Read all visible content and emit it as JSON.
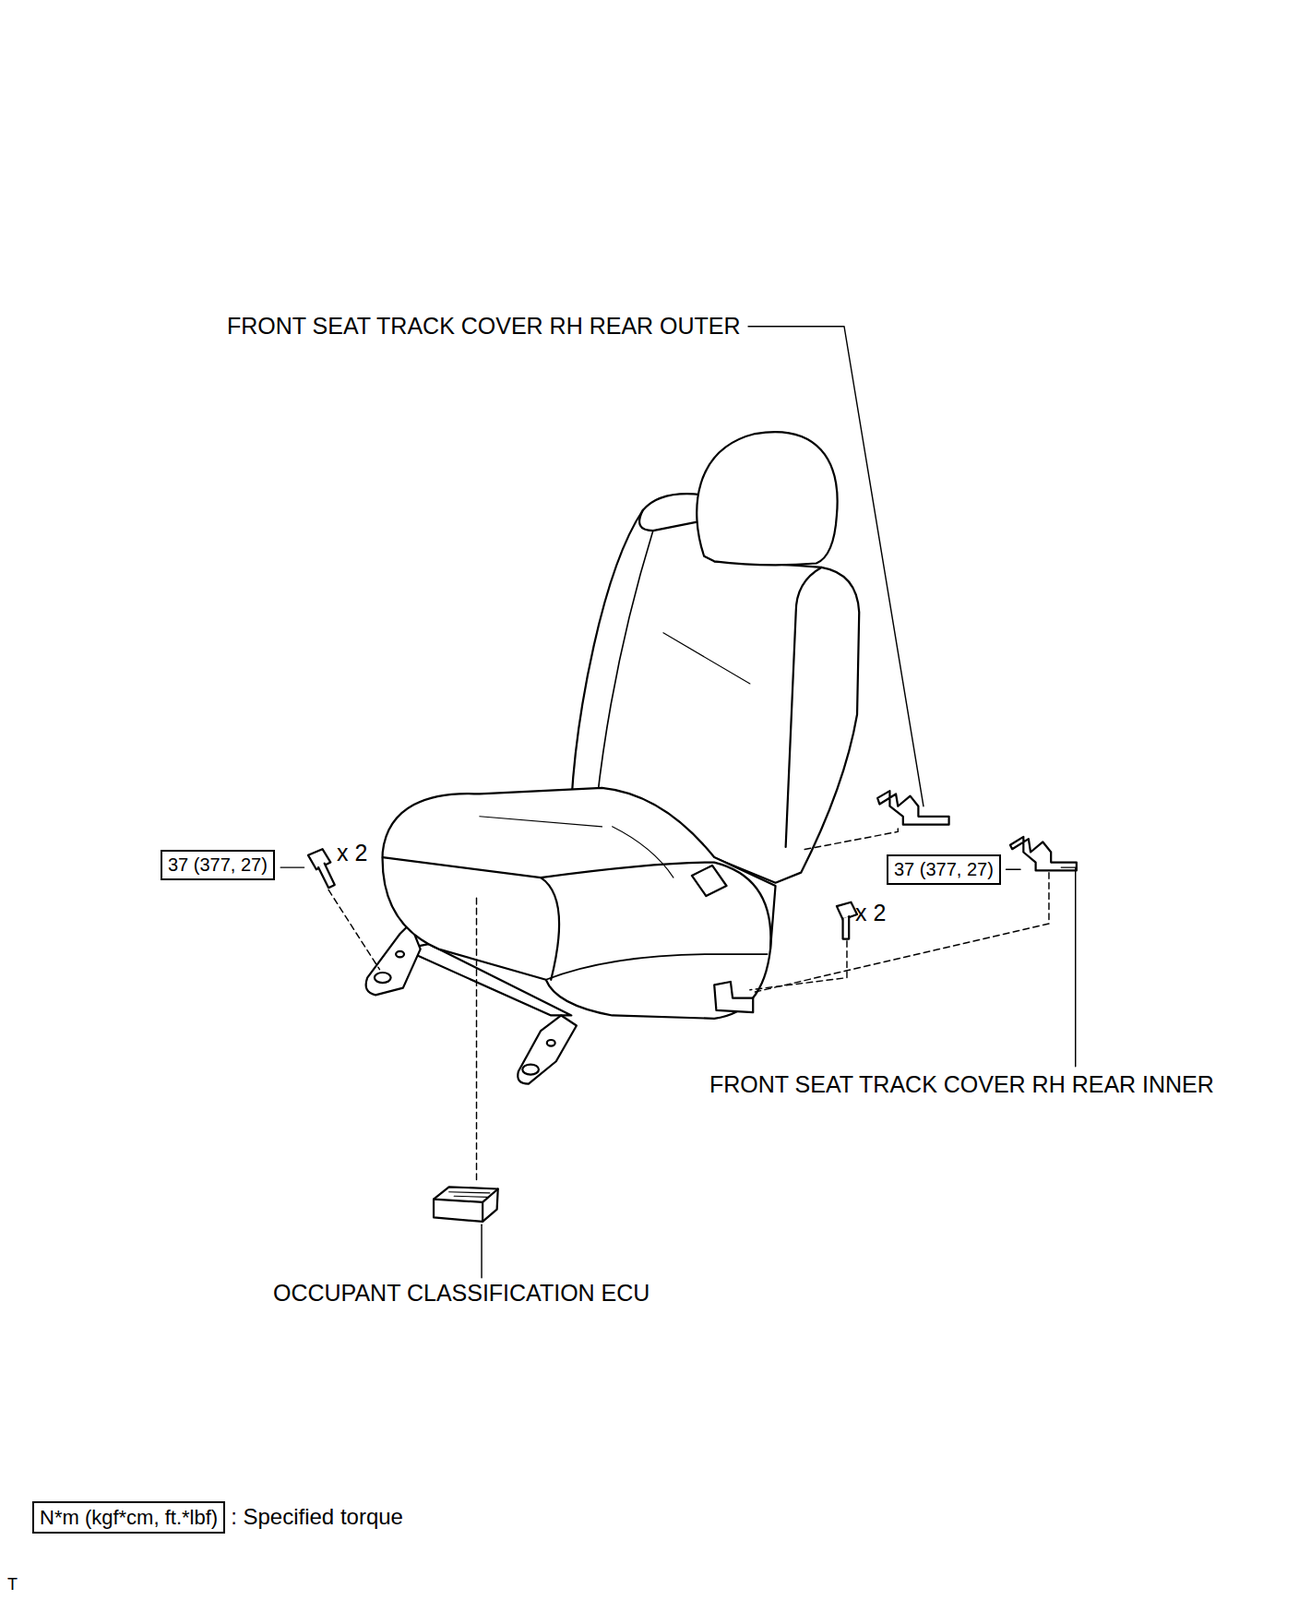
{
  "diagram": {
    "nodes": [
      {
        "text": [
          "37 (377, 27)"
        ]
      },
      {
        "text": [
          "37 (377, 27)"
        ]
      },
      {
        "text": [
          "N*m (kgf*cm, ft.*lbf)"
        ]
      }
    ],
    "labels": [
      "FRONT SEAT TRACK COVER RH REAR OUTER",
      "x 2",
      "x 2",
      "FRONT SEAT TRACK COVER RH REAR INNER",
      "OCCUPANT CLASSIFICATION ECU",
      ": Specified torque",
      "T"
    ]
  }
}
